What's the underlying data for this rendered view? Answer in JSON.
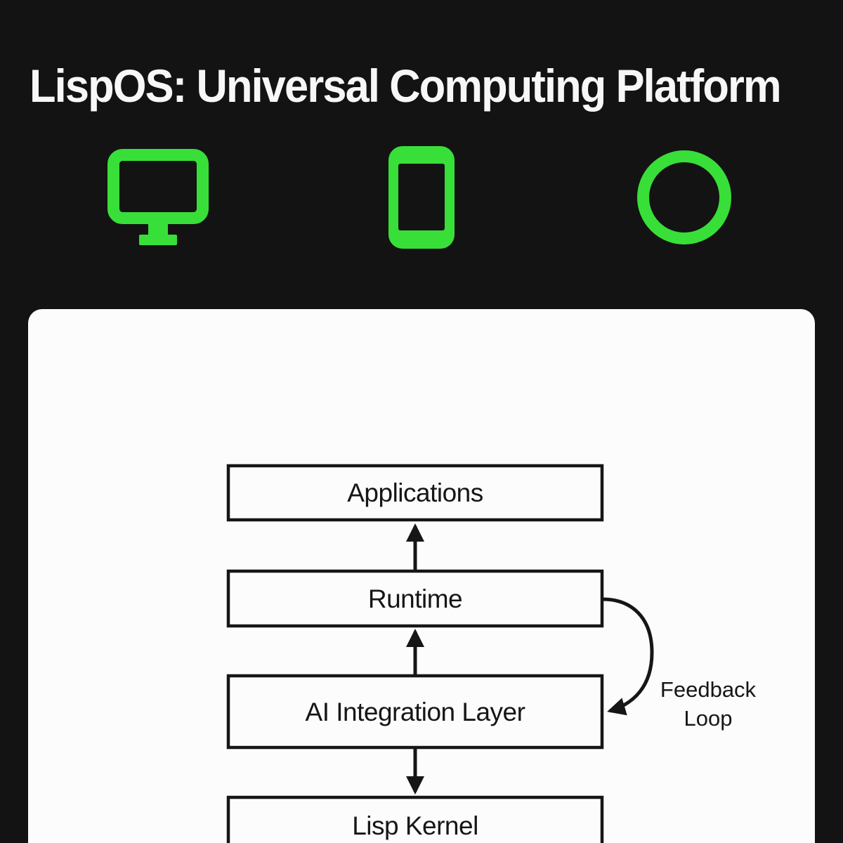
{
  "colors": {
    "bg": "#131313",
    "accent": "#38df38",
    "card": "#fcfcfc",
    "ink": "#161616"
  },
  "header": {
    "title": "LispOS: Universal Computing Platform"
  },
  "icons": {
    "items": [
      {
        "name": "desktop-monitor-icon",
        "meaning": "desktop computer"
      },
      {
        "name": "smartphone-icon",
        "meaning": "mobile device"
      },
      {
        "name": "circle-icon",
        "meaning": "universal / wearable device"
      }
    ]
  },
  "diagram": {
    "type": "layered-architecture",
    "layers": [
      {
        "label": "Applications"
      },
      {
        "label": "Runtime"
      },
      {
        "label": "AI Integration Layer"
      },
      {
        "label": "Lisp Kernel"
      }
    ],
    "connections": [
      {
        "from": "Runtime",
        "to": "Applications",
        "direction": "up"
      },
      {
        "from": "AI Integration Layer",
        "to": "Runtime",
        "direction": "up"
      },
      {
        "from": "AI Integration Layer",
        "to": "Lisp Kernel",
        "direction": "down"
      },
      {
        "from": "Runtime",
        "to": "AI Integration Layer",
        "direction": "curved-right",
        "label": "Feedback Loop"
      }
    ],
    "feedback_label": {
      "line1": "Feedback",
      "line2": "Loop"
    }
  }
}
